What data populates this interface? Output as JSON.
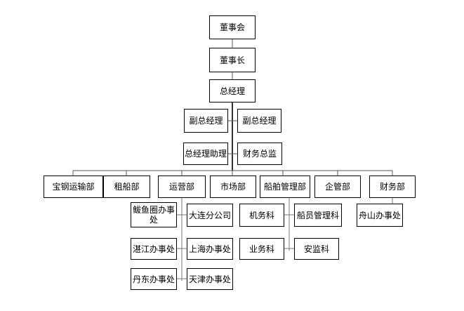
{
  "chart_data": {
    "type": "diagram",
    "title": "",
    "diagram_kind": "organizational-chart",
    "language": "zh-CN",
    "colors": {
      "background": "#ffffff",
      "box_border": "#000000",
      "box_fill": "#ffffff",
      "text": "#000000",
      "connector": "#555555",
      "connector_trunk": "#333333"
    },
    "levels": [
      {
        "level": 1,
        "labels": [
          "董事会"
        ]
      },
      {
        "level": 2,
        "labels": [
          "董事长"
        ]
      },
      {
        "level": 3,
        "labels": [
          "总经理"
        ]
      },
      {
        "level": 4,
        "labels": [
          "副总经理",
          "副总经理"
        ]
      },
      {
        "level": 5,
        "labels": [
          "总经理助理",
          "财务总监"
        ]
      },
      {
        "level": 6,
        "labels": [
          "宝钢运输部",
          "租船部",
          "运营部",
          "市场部",
          "船舶管理部",
          "企管部",
          "财务部"
        ]
      },
      {
        "level": 7,
        "labels": [
          "鲅鱼圈办事处",
          "大连分公司",
          "机务科",
          "船员管理科",
          "舟山办事处"
        ]
      },
      {
        "level": 8,
        "labels": [
          "湛江办事处",
          "上海办事处",
          "业务科",
          "安监科"
        ]
      },
      {
        "level": 9,
        "labels": [
          "丹东办事处",
          "天津办事处"
        ]
      }
    ],
    "edges": [
      {
        "from": "董事会",
        "to": "董事长"
      },
      {
        "from": "董事长",
        "to": "总经理"
      },
      {
        "from": "总经理",
        "to": "副总经理"
      },
      {
        "from": "总经理",
        "to": "总经理助理"
      },
      {
        "from": "总经理",
        "to": "财务总监"
      },
      {
        "from": "总经理",
        "to": "宝钢运输部"
      },
      {
        "from": "总经理",
        "to": "租船部"
      },
      {
        "from": "总经理",
        "to": "运营部"
      },
      {
        "from": "总经理",
        "to": "市场部"
      },
      {
        "from": "总经理",
        "to": "船舶管理部"
      },
      {
        "from": "总经理",
        "to": "企管部"
      },
      {
        "from": "总经理",
        "to": "财务部"
      },
      {
        "from": "运营部",
        "to": "鲅鱼圈办事处"
      },
      {
        "from": "运营部",
        "to": "大连分公司"
      },
      {
        "from": "运营部",
        "to": "湛江办事处"
      },
      {
        "from": "运营部",
        "to": "上海办事处"
      },
      {
        "from": "运营部",
        "to": "丹东办事处"
      },
      {
        "from": "运营部",
        "to": "天津办事处"
      },
      {
        "from": "船舶管理部",
        "to": "机务科"
      },
      {
        "from": "船舶管理部",
        "to": "船员管理科"
      },
      {
        "from": "船舶管理部",
        "to": "业务科"
      },
      {
        "from": "船舶管理部",
        "to": "安监科"
      },
      {
        "from": "财务部",
        "to": "舟山办事处"
      }
    ]
  },
  "nodes": {
    "board": {
      "label": "董事会"
    },
    "chairman": {
      "label": "董事长"
    },
    "general_manager": {
      "label": "总经理"
    },
    "deputy_gm_1": {
      "label": "副总经理"
    },
    "deputy_gm_2": {
      "label": "副总经理"
    },
    "gm_assistant": {
      "label": "总经理助理"
    },
    "cfo": {
      "label": "财务总监"
    },
    "dept_baogang": {
      "label": "宝钢运输部"
    },
    "dept_chartering": {
      "label": "租船部"
    },
    "dept_operations": {
      "label": "运营部"
    },
    "dept_market": {
      "label": "市场部"
    },
    "dept_ship_mgmt": {
      "label": "船舶管理部"
    },
    "dept_enterprise": {
      "label": "企管部"
    },
    "dept_finance": {
      "label": "财务部"
    },
    "office_bayuquan": {
      "label": "鲅鱼圈办事处"
    },
    "branch_dalian": {
      "label": "大连分公司"
    },
    "section_engineering": {
      "label": "机务科"
    },
    "section_crew_mgmt": {
      "label": "船员管理科"
    },
    "office_zhoushan": {
      "label": "舟山办事处"
    },
    "office_zhanjiang": {
      "label": "湛江办事处"
    },
    "office_shanghai": {
      "label": "上海办事处"
    },
    "section_business": {
      "label": "业务科"
    },
    "section_safety": {
      "label": "安监科"
    },
    "office_dandong": {
      "label": "丹东办事处"
    },
    "office_tianjin": {
      "label": "天津办事处"
    }
  }
}
